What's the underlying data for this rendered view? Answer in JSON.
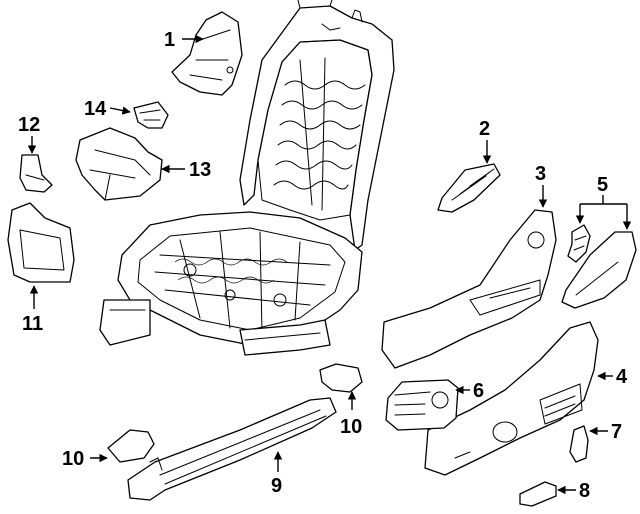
{
  "diagram": {
    "callouts": [
      {
        "id": "c1",
        "label": "1"
      },
      {
        "id": "c2",
        "label": "2"
      },
      {
        "id": "c3",
        "label": "3"
      },
      {
        "id": "c4",
        "label": "4"
      },
      {
        "id": "c5",
        "label": "5"
      },
      {
        "id": "c6",
        "label": "6"
      },
      {
        "id": "c7",
        "label": "7"
      },
      {
        "id": "c8",
        "label": "8"
      },
      {
        "id": "c9",
        "label": "9"
      },
      {
        "id": "c10a",
        "label": "10"
      },
      {
        "id": "c10b",
        "label": "10"
      },
      {
        "id": "c11",
        "label": "11"
      },
      {
        "id": "c12",
        "label": "12"
      },
      {
        "id": "c13",
        "label": "13"
      },
      {
        "id": "c14",
        "label": "14"
      }
    ]
  }
}
